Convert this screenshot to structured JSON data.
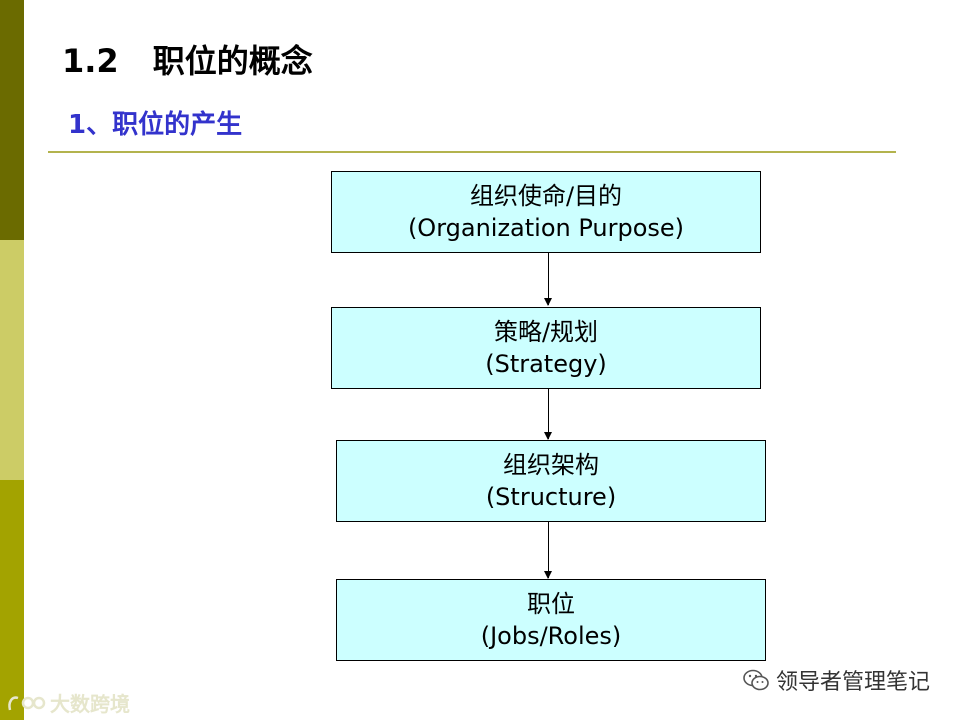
{
  "slide": {
    "title_number": "1.2",
    "title_text": "职位的概念",
    "subtitle": "1、职位的产生"
  },
  "flow": {
    "boxes": [
      {
        "line1": "组织使命/目的",
        "line2": "(Organization Purpose)"
      },
      {
        "line1": "策略/规划",
        "line2": "(Strategy)"
      },
      {
        "line1": "组织架构",
        "line2": "(Structure)"
      },
      {
        "line1": "职位",
        "line2": "(Jobs/Roles)"
      }
    ]
  },
  "watermarks": {
    "wechat": "领导者管理笔记",
    "logo": "大数跨境",
    "logo_icon": "logo-icon",
    "wechat_icon": "wechat-icon"
  },
  "colors": {
    "box_fill": "#ccffff",
    "subtitle": "#3333cc",
    "divider": "#b3b34d",
    "sidebar_dark": "#6b6b00",
    "sidebar_light": "#cccc66",
    "sidebar_mid": "#a3a300"
  }
}
